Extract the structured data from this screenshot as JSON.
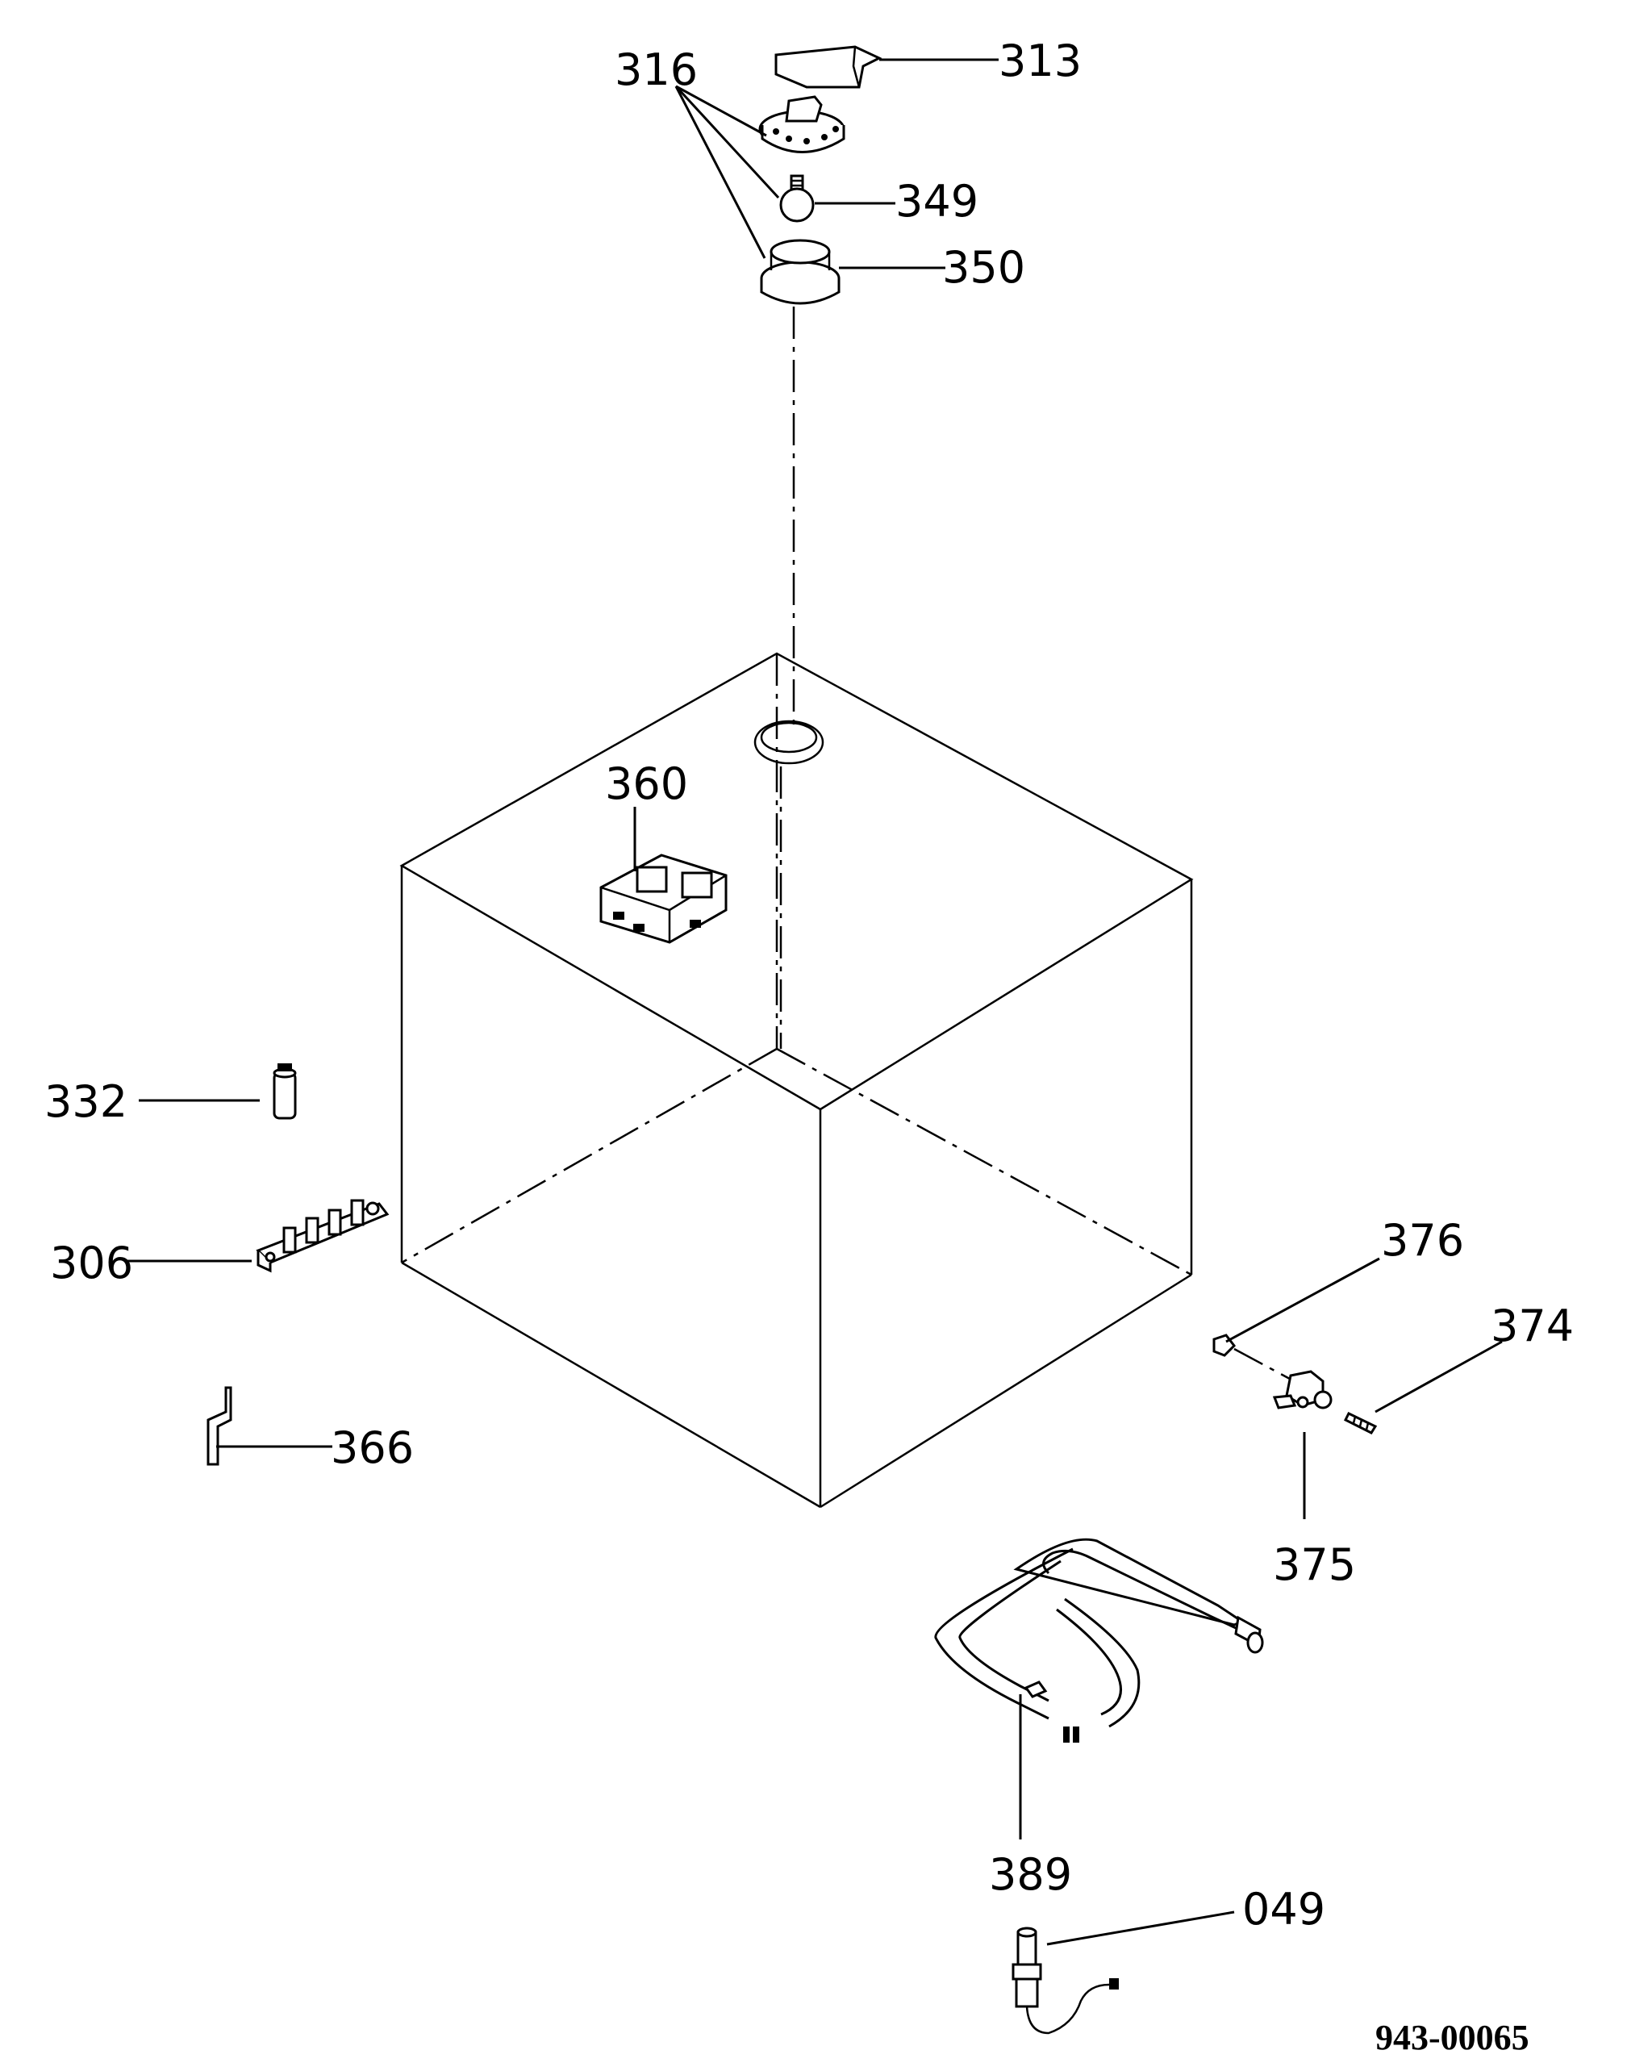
{
  "labels": {
    "p316": "316",
    "p313": "313",
    "p349": "349",
    "p350": "350",
    "p360": "360",
    "p332": "332",
    "p306": "306",
    "p366": "366",
    "p376": "376",
    "p374": "374",
    "p375": "375",
    "p389": "389",
    "p049": "049"
  },
  "drawing_number": "943-00065"
}
